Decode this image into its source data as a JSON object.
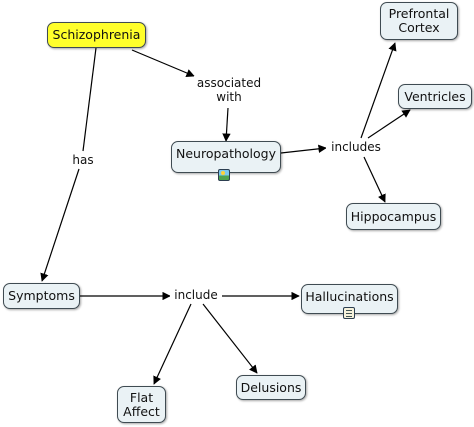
{
  "nodes": {
    "schizophrenia": "Schizophrenia",
    "neuropathology": "Neuropathology",
    "prefrontal": "Prefrontal\nCortex",
    "ventricles": "Ventricles",
    "hippocampus": "Hippocampus",
    "symptoms": "Symptoms",
    "hallucinations": "Hallucinations",
    "flat_affect": "Flat\nAffect",
    "delusions": "Delusions"
  },
  "links": {
    "associated_with": "associated\nwith",
    "has": "has",
    "includes": "includes",
    "include": "include"
  },
  "icons": {
    "neuropathology_resource": "image-icon",
    "hallucinations_resource": "document-icon"
  },
  "colors": {
    "root_fill": "#ffff2b",
    "node_fill": "#eaf2f5",
    "node_border": "#3f4b52"
  }
}
